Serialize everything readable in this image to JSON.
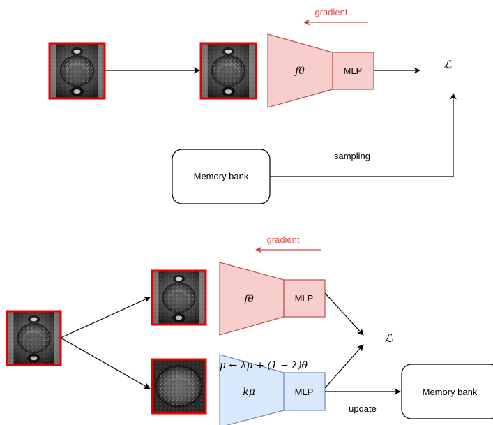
{
  "colors": {
    "gradient": "#d9534f",
    "encoder_fill": "#f8cecc",
    "encoder_stroke": "#b85450",
    "momentum_fill": "#dae8fc",
    "momentum_stroke": "#6c8ebf",
    "image_frame": "#e60000"
  },
  "top": {
    "gradient": "gradient",
    "encoder": "fθ",
    "mlp": "MLP",
    "loss": "ℒ",
    "memory_bank": "Memory bank",
    "sampling": "sampling"
  },
  "bottom": {
    "gradient": "gradient",
    "encoder": "fθ",
    "mlp_top": "MLP",
    "momentum_encoder": "kμ",
    "mlp_bottom": "MLP",
    "momentum_update": "μ ← λμ + (1 − λ)θ",
    "loss": "ℒ",
    "memory_bank": "Memory bank",
    "update": "update"
  }
}
